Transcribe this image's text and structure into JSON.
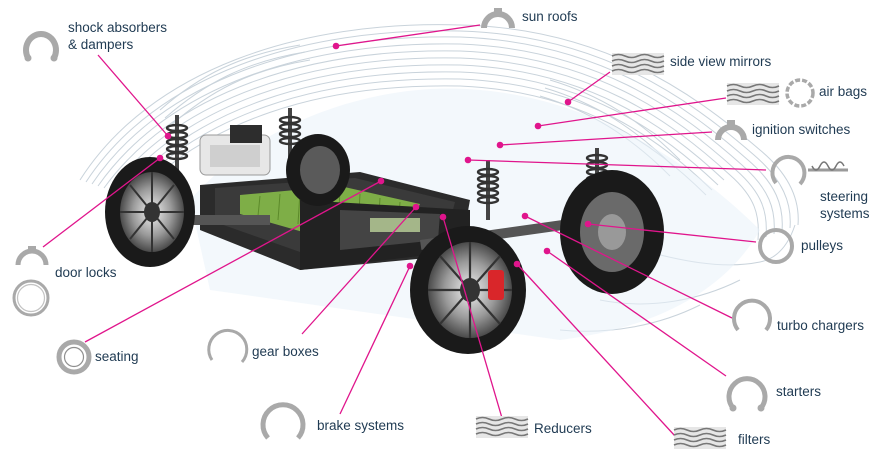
{
  "colors": {
    "leader": "#e0158c",
    "label_text": "#1f3a52",
    "ring_metal": "#b8b8b8",
    "body_lines": "#c9d3db",
    "tire": "#1a1a1a",
    "battery_green": "#8bc34a"
  },
  "labels": {
    "shock_absorbers_line1": "shock absorbers",
    "shock_absorbers_line2": "& dampers",
    "sun_roofs": "sun roofs",
    "side_view_mirrors": "side view mirrors",
    "air_bags": "air bags",
    "ignition_switches": "ignition switches",
    "steering_line1": "steering",
    "steering_line2": "systems",
    "pulleys": "pulleys",
    "turbo_chargers": "turbo chargers",
    "starters": "starters",
    "filters": "filters",
    "reducers": "Reducers",
    "brake_systems": "brake systems",
    "gear_boxes": "gear boxes",
    "seating": "seating",
    "door_locks": "door locks"
  },
  "icons": [
    "circlip-icon",
    "e-clip-icon",
    "wave-spring-icon",
    "retaining-ring-icon",
    "spiral-ring-icon"
  ]
}
